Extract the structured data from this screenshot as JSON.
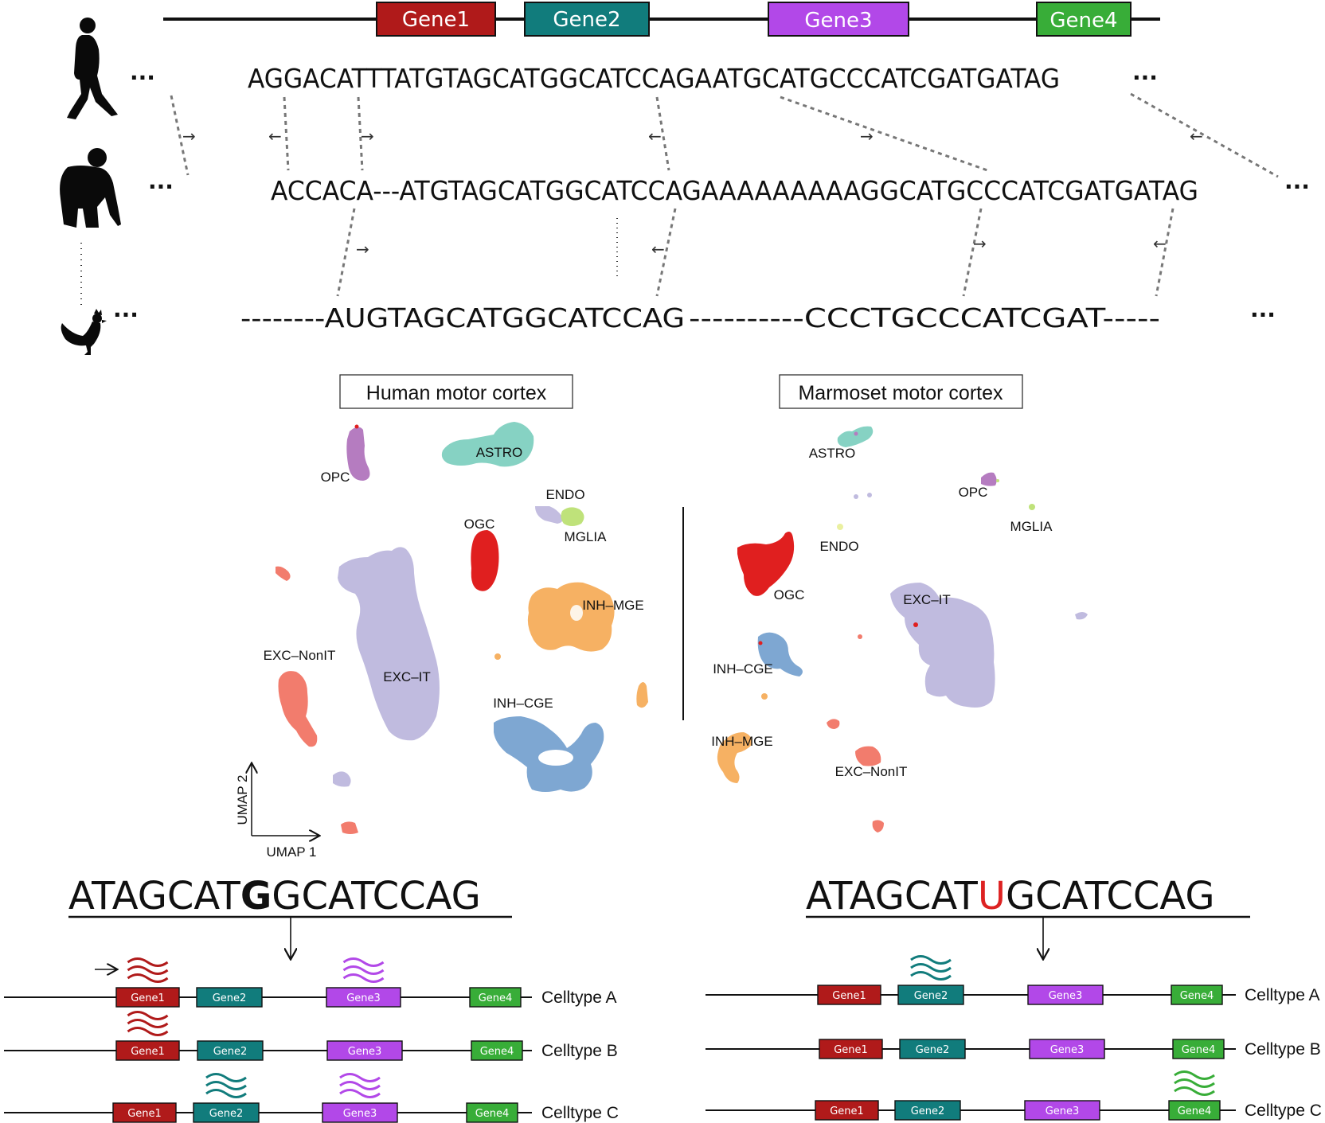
{
  "colors": {
    "gene1": "#b01a1a",
    "gene2": "#117c7c",
    "gene3": "#b248e8",
    "gene4": "#38ad38",
    "highlight": "#dd2222",
    "OPC": "#b57cc0",
    "ASTRO": "#86d2c3",
    "ENDO": "#c3bde0",
    "MGLIA": "#bfe27a",
    "OGC": "#e01f1f",
    "INH-MGE": "#f6b163",
    "INH-CGE": "#7ea7d2",
    "EXC-IT": "#c0bbdf",
    "EXC-NonIT": "#f27c6d"
  },
  "top_genes": [
    "Gene1",
    "Gene2",
    "Gene3",
    "Gene4"
  ],
  "sequences": {
    "human": "AGGACATTTATGTAGCATGGCATCCAGAATGCATGCCCATCGATGATAG",
    "chimp": "ACCACA---ATGTAGCATGGCATCCAGAAAAAAAAAGGCATGCCCATCGATGATAG",
    "chicken_a": "--------AUGTAGCATGGCATCCAG",
    "chicken_b": "----------CCCTGCCCATCGAT-----"
  },
  "species_icons": [
    "human-silhouette-icon",
    "chimpanzee-silhouette-icon",
    "rooster-silhouette-icon"
  ],
  "ellipsis": "...",
  "panels": {
    "human": {
      "title": "Human motor cortex",
      "labels": {
        "OPC": "OPC",
        "ASTRO": "ASTRO",
        "ENDO": "ENDO",
        "MGLIA": "MGLIA",
        "OGC": "OGC",
        "INH_MGE": "INH–MGE",
        "EXC_NonIT": "EXC–NonIT",
        "EXC_IT": "EXC–IT",
        "INH_CGE": "INH–CGE"
      }
    },
    "marmoset": {
      "title": "Marmoset motor cortex",
      "labels": {
        "ASTRO": "ASTRO",
        "OPC": "OPC",
        "MGLIA": "MGLIA",
        "ENDO": "ENDO",
        "OGC": "OGC",
        "EXC_IT": "EXC–IT",
        "INH_CGE": "INH–CGE",
        "INH_MGE": "INH–MGE",
        "EXC_NonIT": "EXC–NonIT"
      }
    }
  },
  "axes": {
    "x": "UMAP 1",
    "y": "UMAP 2"
  },
  "bottom": {
    "left": {
      "seq_before": "ATAGCAT",
      "seq_mid": "G",
      "seq_after": "GCATCCAG",
      "tracks": [
        {
          "celltype": "Celltype A",
          "expressed": [
            "Gene1",
            "Gene3"
          ],
          "gene1_arrow": true
        },
        {
          "celltype": "Celltype B",
          "expressed": [
            "Gene1"
          ]
        },
        {
          "celltype": "Celltype C",
          "expressed": [
            "Gene2",
            "Gene3"
          ]
        }
      ]
    },
    "right": {
      "seq_before": "ATAGCAT",
      "seq_mid": "U",
      "seq_after": "GCATCCAG",
      "tracks": [
        {
          "celltype": "Celltype A",
          "expressed": [
            "Gene2"
          ]
        },
        {
          "celltype": "Celltype B",
          "expressed": []
        },
        {
          "celltype": "Celltype C",
          "expressed": [
            "Gene4"
          ]
        }
      ]
    }
  }
}
